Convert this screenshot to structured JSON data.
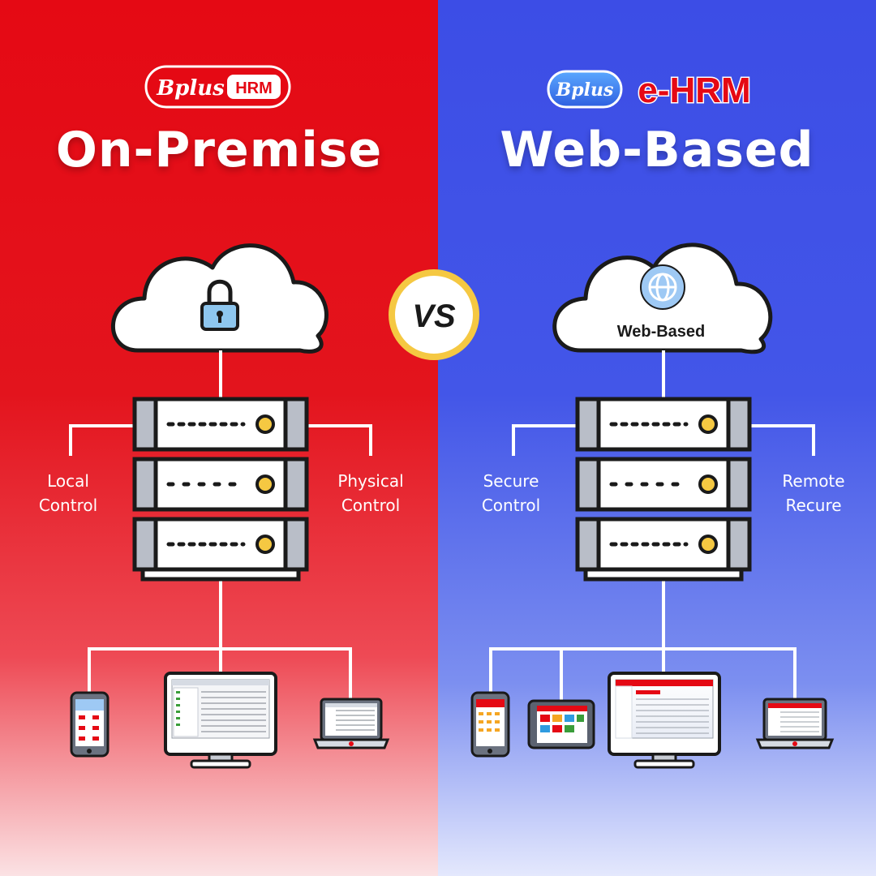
{
  "left": {
    "logo": {
      "brand": "Bplus",
      "badge": "HRM"
    },
    "title": "On-Premise",
    "label_left": [
      "Local",
      "Control"
    ],
    "label_right": [
      "Physical",
      "Control"
    ],
    "lock_icon": "padlock-icon"
  },
  "right": {
    "logo": {
      "brand": "Bplus",
      "product": "e-HRM"
    },
    "title": "Web-Based",
    "cloud_label": "Web-Based",
    "label_left": [
      "Secure",
      "Control"
    ],
    "label_right": [
      "Remote",
      "Recure"
    ],
    "globe_icon": "globe-icon"
  },
  "vs": "VS",
  "colors": {
    "red": "#e50914",
    "blue": "#3c4de6",
    "vs_ring": "#f5c842",
    "dark": "#1a1a1a"
  }
}
